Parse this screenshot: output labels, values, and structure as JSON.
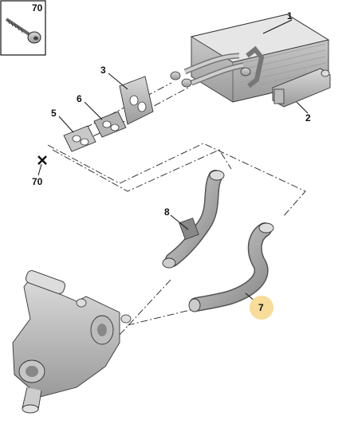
{
  "diagram": {
    "inset": {
      "label": "70"
    },
    "callouts": [
      {
        "id": "1",
        "label": "1"
      },
      {
        "id": "2",
        "label": "2"
      },
      {
        "id": "3",
        "label": "3"
      },
      {
        "id": "5",
        "label": "5"
      },
      {
        "id": "6",
        "label": "6"
      },
      {
        "id": "70",
        "label": "70"
      },
      {
        "id": "8",
        "label": "8"
      },
      {
        "id": "7",
        "label": "7"
      }
    ],
    "highlight_color": "#f7dc9a"
  }
}
